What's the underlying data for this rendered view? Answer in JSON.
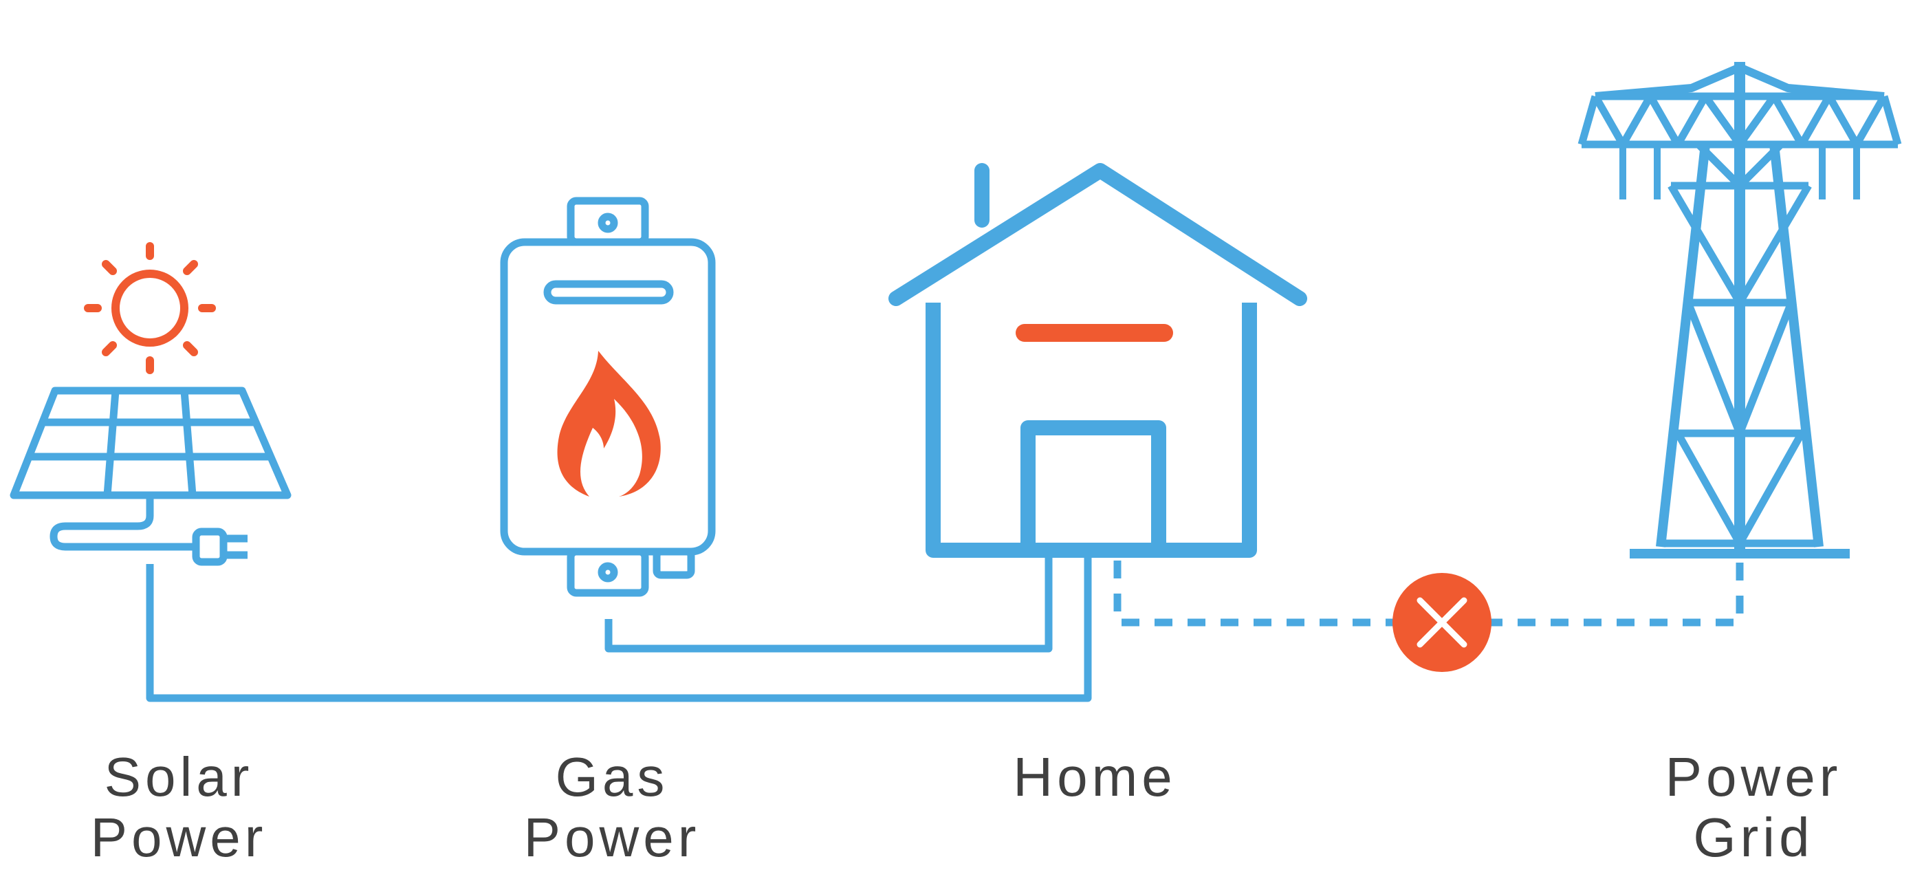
{
  "colors": {
    "blue": "#4aa8e0",
    "orange": "#f05a30",
    "text": "#404040",
    "background": "#ffffff"
  },
  "nodes": [
    {
      "id": "solar",
      "icon": "solar-panel-icon",
      "label_lines": [
        "Solar",
        "Power"
      ]
    },
    {
      "id": "gas",
      "icon": "gas-boiler-icon",
      "label_lines": [
        "Gas",
        "Power"
      ]
    },
    {
      "id": "home",
      "icon": "house-icon",
      "label_lines": [
        "Home"
      ]
    },
    {
      "id": "grid",
      "icon": "power-tower-icon",
      "label_lines": [
        "Power",
        "Grid"
      ]
    }
  ],
  "connections": [
    {
      "from": "solar",
      "to": "home",
      "style": "solid",
      "status": "connected"
    },
    {
      "from": "gas",
      "to": "home",
      "style": "solid",
      "status": "connected"
    },
    {
      "from": "home",
      "to": "grid",
      "style": "dashed",
      "status": "disconnected",
      "marker": "x-icon"
    }
  ]
}
